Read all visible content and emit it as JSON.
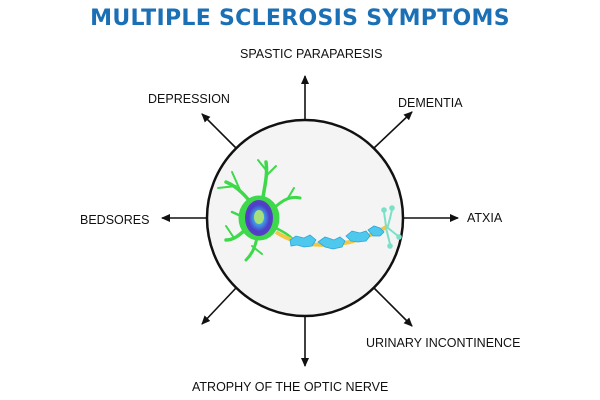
{
  "title": "MULTIPLE SCLEROSIS SYMPTOMS",
  "colors": {
    "title": "#1a6fb5",
    "circle_stroke": "#111111",
    "circle_fill": "#f4f4f4",
    "dendrites": "#3dd94a",
    "soma_outer": "#5a3fc4",
    "soma_inner": "#2f8fe0",
    "nucleus": "#a6e07a",
    "myelin": "#4fc8ee",
    "axon": "#f2c842",
    "terminal": "#7be0c8"
  },
  "symptoms": {
    "top": "SPASTIC PARAPARESIS",
    "top_right": "DEMENTIA",
    "right": "ATXIA",
    "bottom_right": "URINARY INCONTINENCE",
    "bottom": "ATROPHY OF THE OPTIC NERVE",
    "left": "BEDSORES",
    "top_left": "DEPRESSION"
  }
}
